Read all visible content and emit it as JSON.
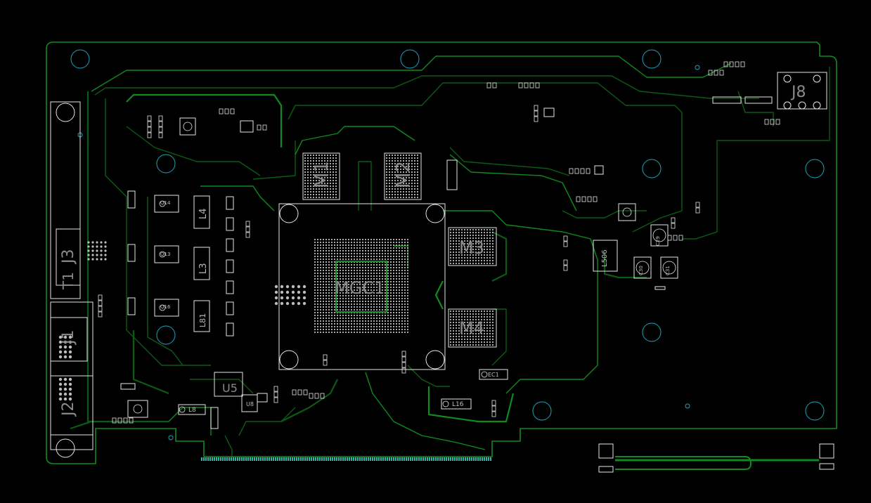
{
  "board": {
    "colors": {
      "background": "#000000",
      "trace": "#0f8a1f",
      "trace_dark": "#0a5c14",
      "silk": "#e6e6e6",
      "hole": "#1fa3b8",
      "label": "#8a8a8a",
      "edge_connector": "#2fb5b0"
    },
    "main_components": [
      {
        "ref": "M1"
      },
      {
        "ref": "M2"
      },
      {
        "ref": "M3"
      },
      {
        "ref": "M4"
      },
      {
        "ref": "MGC1"
      }
    ],
    "connectors": [
      {
        "ref": "J8"
      },
      {
        "ref": "J3"
      },
      {
        "ref": "J1"
      },
      {
        "ref": "J2"
      },
      {
        "ref": "T1"
      }
    ],
    "inductors": [
      {
        "ref": "L4"
      },
      {
        "ref": "L3"
      },
      {
        "ref": "L81"
      },
      {
        "ref": "L506"
      },
      {
        "ref": "L8"
      },
      {
        "ref": "L16"
      }
    ],
    "small_labels": [
      {
        "ref": "U5"
      },
      {
        "ref": "U8"
      },
      {
        "ref": "EC1"
      },
      {
        "ref": "Q14"
      },
      {
        "ref": "Q13"
      },
      {
        "ref": "Q16"
      },
      {
        "ref": "C29"
      },
      {
        "ref": "C30"
      },
      {
        "ref": "C31"
      }
    ]
  }
}
